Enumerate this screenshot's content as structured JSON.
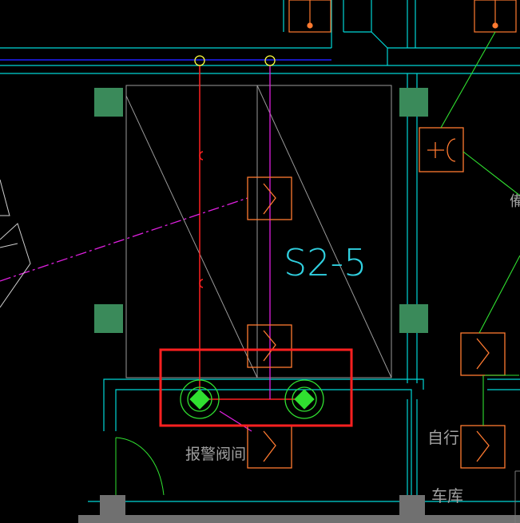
{
  "drawing": {
    "background": "#000000",
    "labels": {
      "zone_code": "S2-5",
      "alarm_valve_room": "报警阀间",
      "bicycle": "自行",
      "garage": "车库",
      "clipped_right_char": "備"
    },
    "colors": {
      "wall": "#00d6d6",
      "column": "#3a8a5a",
      "pipe_red": "#ff2020",
      "pipe_magenta": "#e020e0",
      "pipe_blue": "#2020ff",
      "orange": "#ff7a30",
      "green": "#30e030",
      "grey": "#9a9a9a",
      "selection": "#ff2020",
      "yellow": "#ffff40",
      "text_cyan": "#30d0e0",
      "text_grey": "#a0a0a0"
    },
    "icons": [
      "sprinkler-head-icon",
      "electrical-socket-icon",
      "alarm-valve-icon",
      "riser-icon",
      "door-arc-icon",
      "stair-arrow-icon"
    ]
  }
}
